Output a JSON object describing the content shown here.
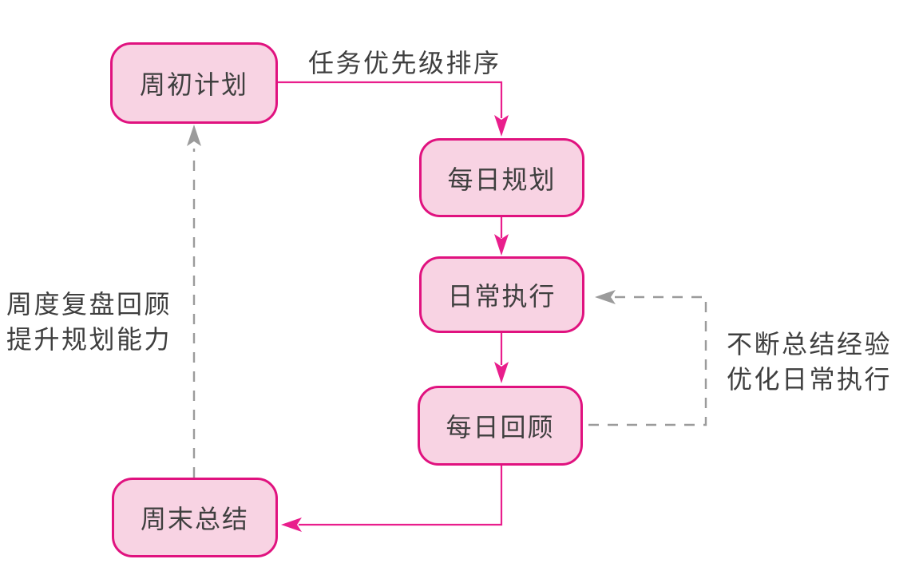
{
  "colors": {
    "accent": "#e91e8c",
    "node_border": "#e0127f",
    "node_fill": "#f8d3e3",
    "dashed": "#9b9b9b",
    "text": "#3f3f3f"
  },
  "nodes": [
    {
      "id": "week-start-plan",
      "label": "周初计划"
    },
    {
      "id": "daily-planning",
      "label": "每日规划"
    },
    {
      "id": "daily-execution",
      "label": "日常执行"
    },
    {
      "id": "daily-review",
      "label": "每日回顾"
    },
    {
      "id": "weekend-summary",
      "label": "周末总结"
    }
  ],
  "edge_labels": {
    "task_priority": "任务优先级排序",
    "weekly_review": {
      "line1": "周度复盘回顾",
      "line2": "提升规划能力"
    },
    "continuous_improvement": {
      "line1": "不断总结经验",
      "line2": "优化日常执行"
    }
  }
}
